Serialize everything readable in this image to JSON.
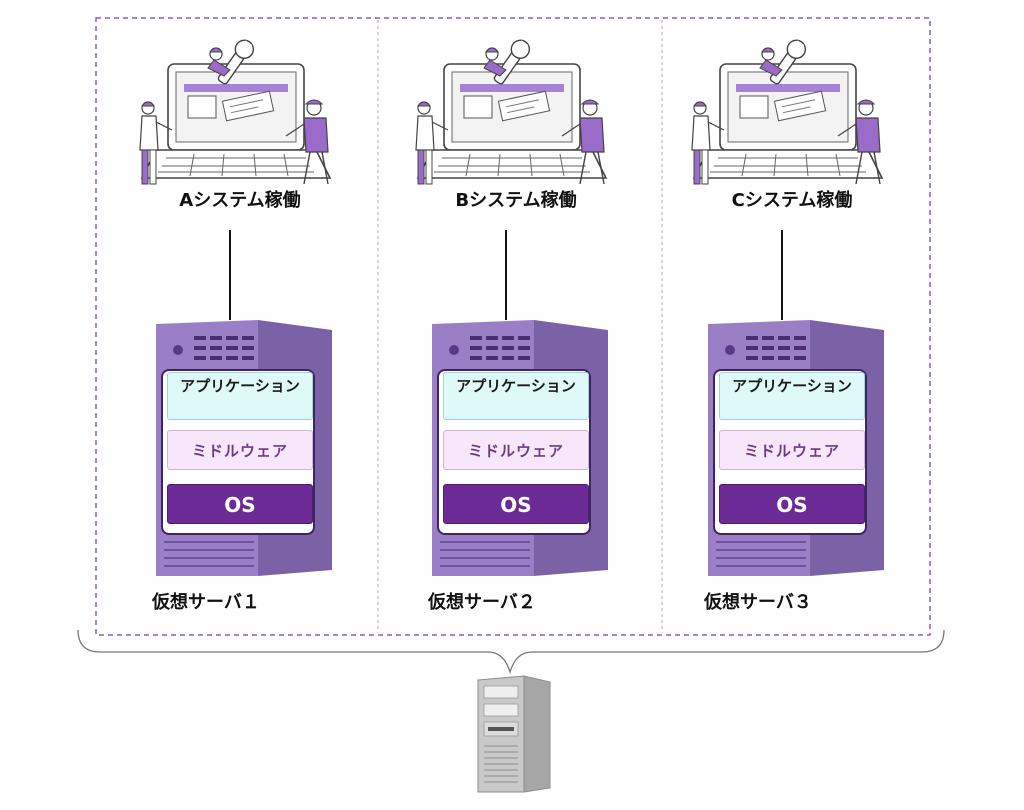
{
  "colors": {
    "boundary": "#8a5bbf",
    "server_body": "#9b7fc6",
    "server_side": "#7b61a6",
    "application": "#dff9f9",
    "middleware": "#f8e6fb",
    "os": "#6b2a96",
    "physical_server": "#b9b9b9"
  },
  "systems": [
    {
      "system_label": "Aシステム稼働",
      "server_label": "仮想サーバ１",
      "layers": {
        "app": "アプリケーション",
        "middleware": "ミドルウェア",
        "os": "OS"
      }
    },
    {
      "system_label": "Bシステム稼働",
      "server_label": "仮想サーバ２",
      "layers": {
        "app": "アプリケーション",
        "middleware": "ミドルウェア",
        "os": "OS"
      }
    },
    {
      "system_label": "Cシステム稼働",
      "server_label": "仮想サーバ３",
      "layers": {
        "app": "アプリケーション",
        "middleware": "ミドルウェア",
        "os": "OS"
      }
    }
  ],
  "icons": {
    "workers": "workers-with-laptop-icon",
    "virtual_server": "virtual-server-tower-icon",
    "physical_server": "physical-server-tower-icon"
  }
}
